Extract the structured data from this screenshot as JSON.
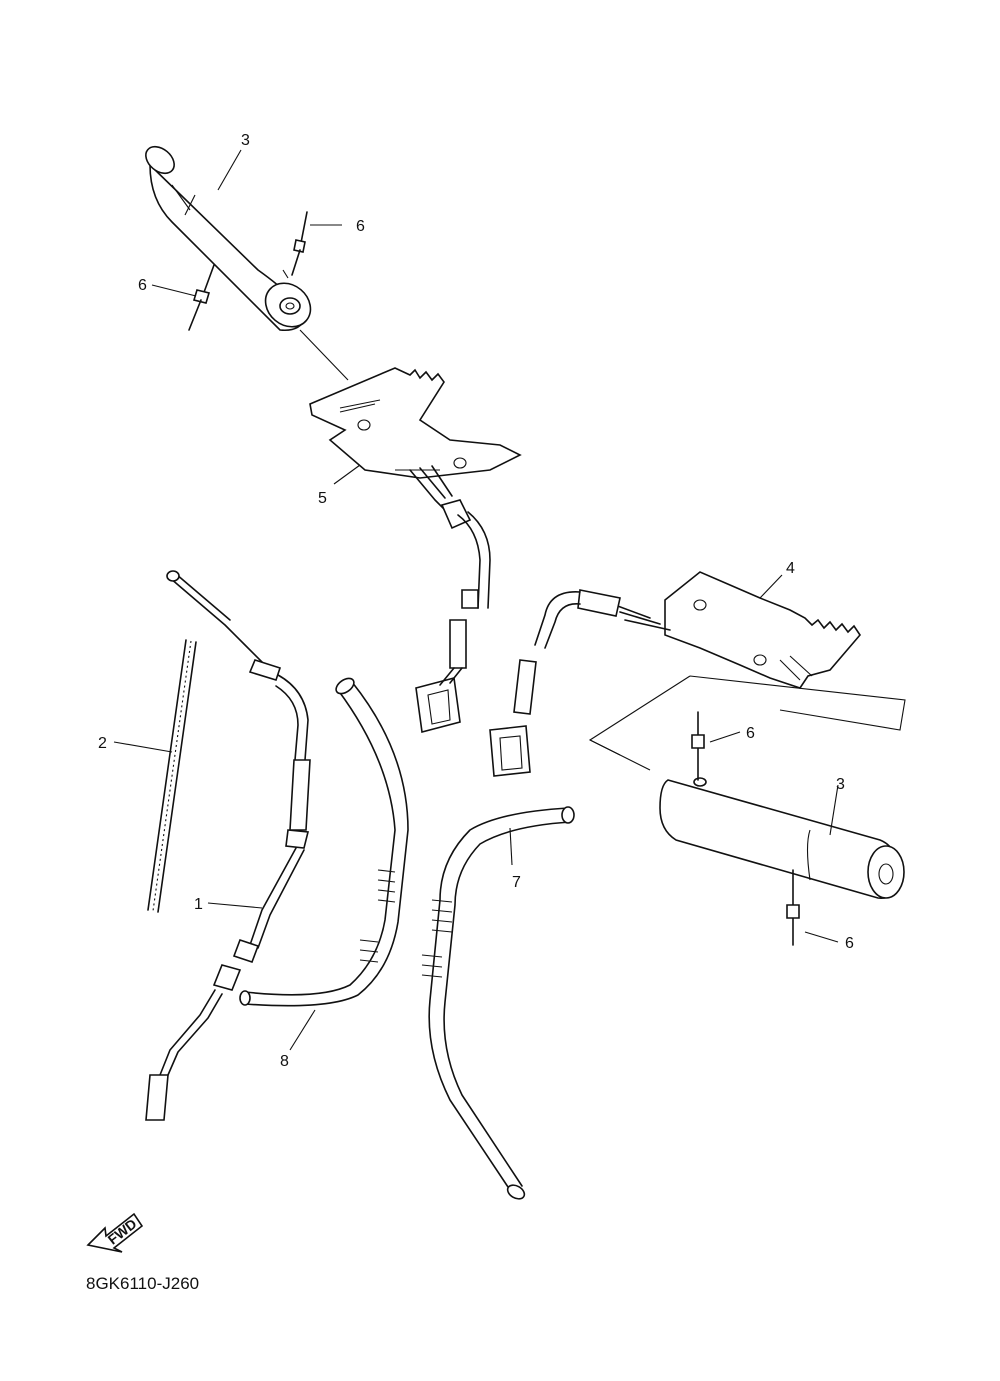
{
  "diagram": {
    "drawing_code": "8GK6110-J260",
    "direction_label": "FWD",
    "callouts": [
      {
        "id": "c3a",
        "label": "3"
      },
      {
        "id": "c6a",
        "label": "6"
      },
      {
        "id": "c6b",
        "label": "6"
      },
      {
        "id": "c5",
        "label": "5"
      },
      {
        "id": "c4",
        "label": "4"
      },
      {
        "id": "c2",
        "label": "2"
      },
      {
        "id": "c1",
        "label": "1"
      },
      {
        "id": "c7",
        "label": "7"
      },
      {
        "id": "c8",
        "label": "8"
      },
      {
        "id": "c6c",
        "label": "6"
      },
      {
        "id": "c3b",
        "label": "3"
      },
      {
        "id": "c6d",
        "label": "6"
      }
    ]
  }
}
